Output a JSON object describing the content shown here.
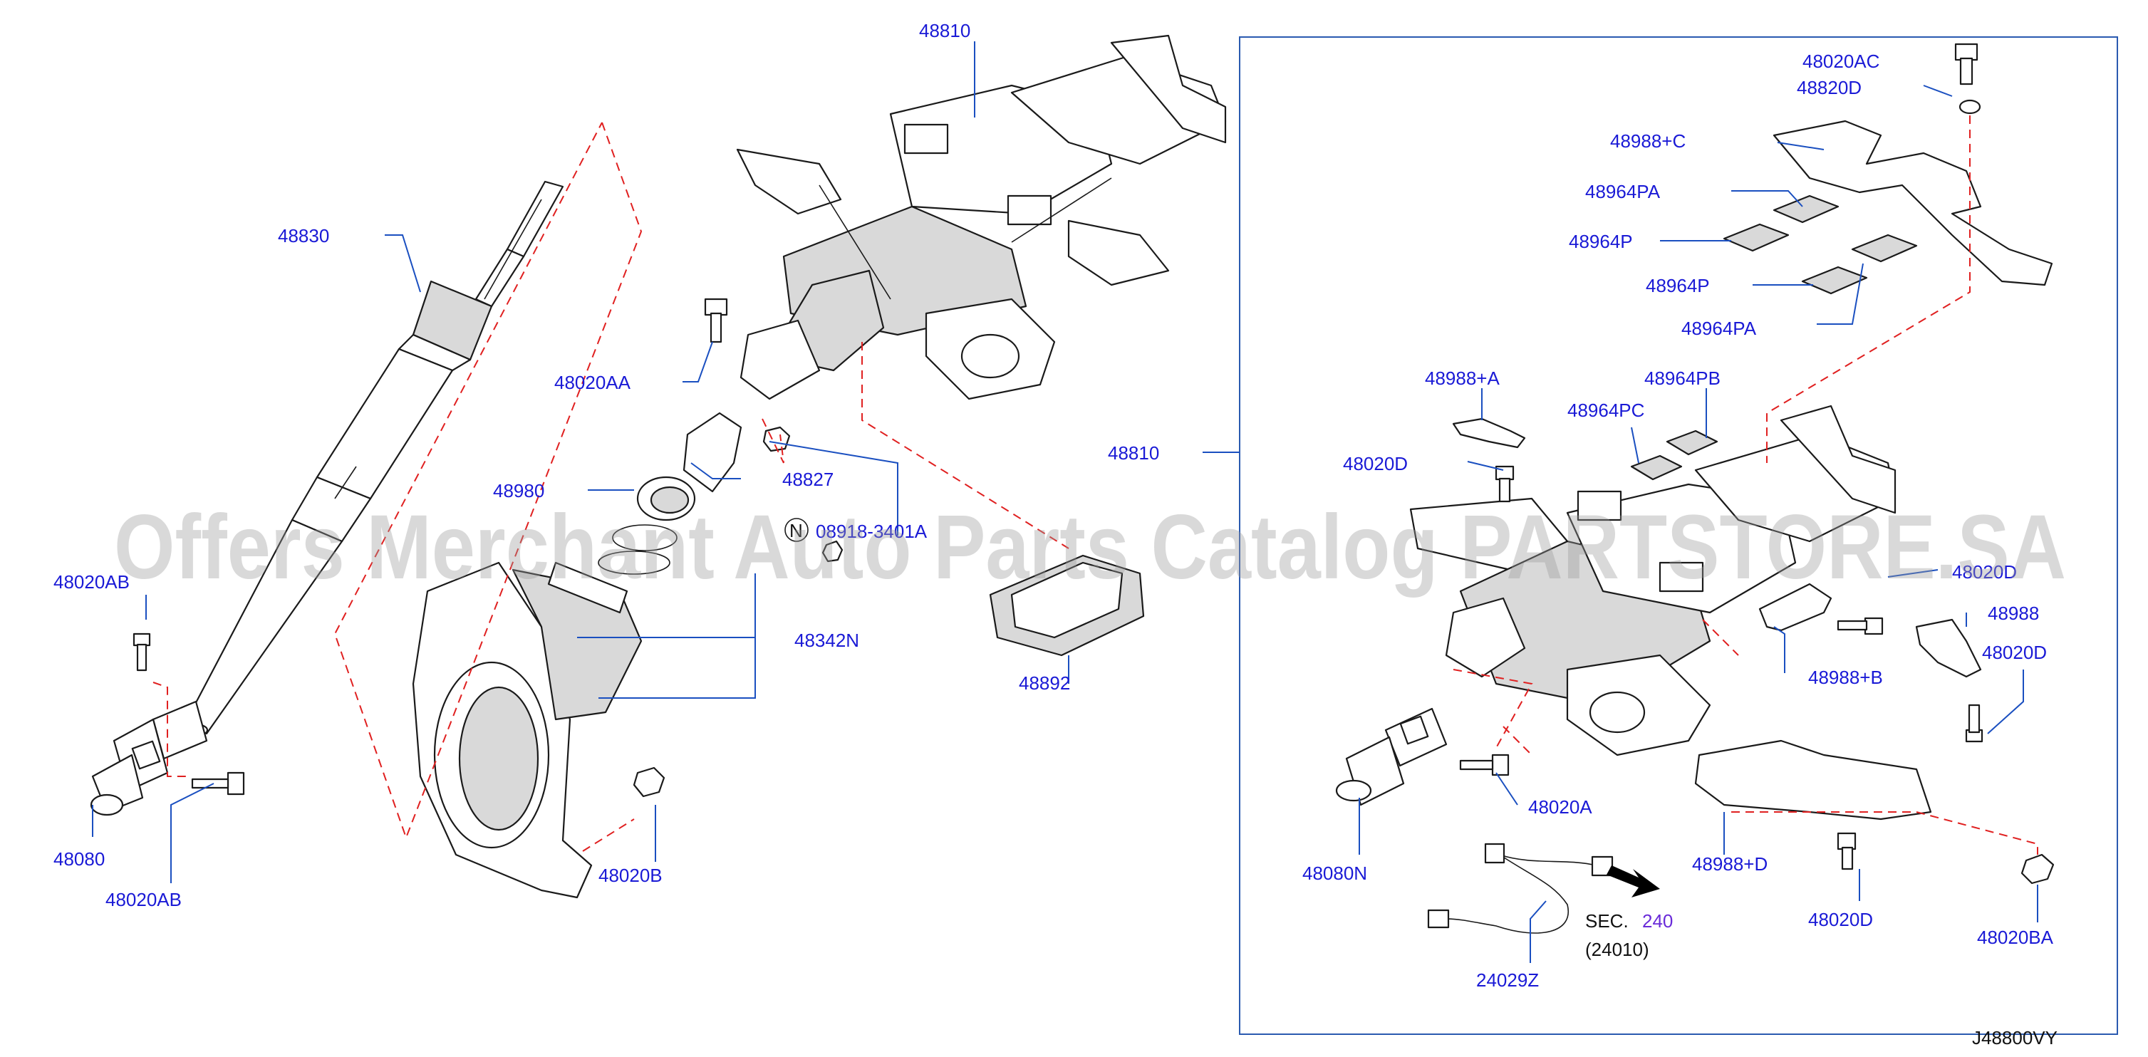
{
  "labels": {
    "p48810_top": "48810",
    "p48830": "48830",
    "p48020AA": "48020AA",
    "p48827": "48827",
    "p48980": "48980",
    "p08918": "08918-3401A",
    "p48020AB_a": "48020AB",
    "p48342N": "48342N",
    "p48892": "48892",
    "p48080": "48080",
    "p48020AB_b": "48020AB",
    "p48020B": "48020B",
    "p48810_box": "48810",
    "p48020AC": "48020AC",
    "p48820D": "48820D",
    "p48988C": "48988+C",
    "p48964PA_a": "48964PA",
    "p48964P_a": "48964P",
    "p48964P_b": "48964P",
    "p48964PA_b": "48964PA",
    "p48988A": "48988+A",
    "p48964PB": "48964PB",
    "p48964PC": "48964PC",
    "p48020D_a": "48020D",
    "p48020D_b": "48020D",
    "p48988": "48988",
    "p48020D_c": "48020D",
    "p48988B": "48988+B",
    "p48020A": "48020A",
    "p48080N": "48080N",
    "p48988D": "48988+D",
    "p48020D_d": "48020D",
    "p48020BA": "48020BA",
    "p24029Z": "24029Z",
    "sec_prefix": "SEC.",
    "sec_num": "240",
    "sec_sub": "(24010)",
    "n_mark": "N"
  },
  "watermark": "Offers Merchant Auto Parts Catalog PARTSTORE.SA",
  "diagram_code": "J48800VY",
  "colors": {
    "label": "#1a1ad6",
    "leader": "#1a4fc0",
    "dashed": "#e02020",
    "box": "#2a5ab0"
  }
}
